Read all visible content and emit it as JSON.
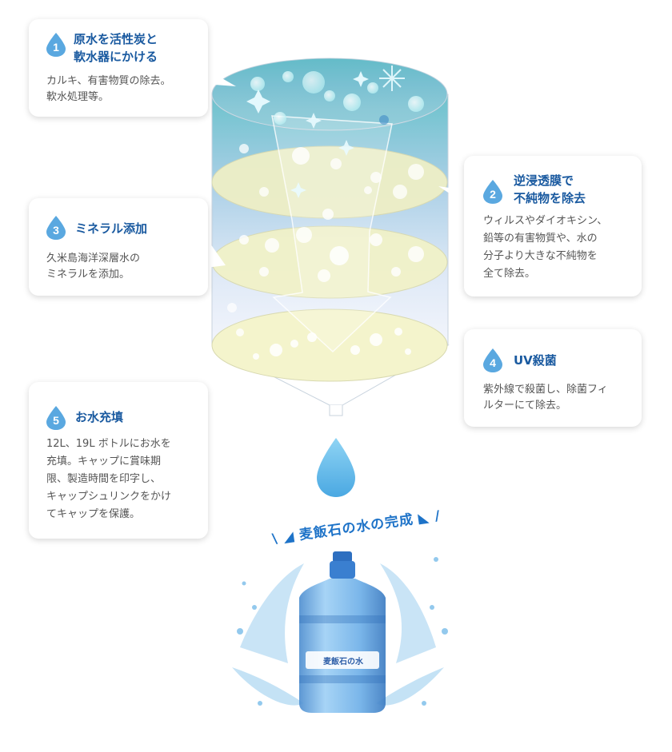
{
  "steps": [
    {
      "number": "1",
      "title_line1": "原水を活性炭と",
      "title_line2": "軟水器にかける",
      "desc_lines": [
        "カルキ、有害物質の除去。",
        "軟水処理等。"
      ]
    },
    {
      "number": "2",
      "title_line1": "逆浸透膜で",
      "title_line2": "不純物を除去",
      "desc_lines": [
        "ウィルスやダイオキシン、",
        "鉛等の有害物質や、水の",
        "分子より大きな不純物を",
        "全て除去。"
      ]
    },
    {
      "number": "3",
      "title_line1": "ミネラル添加",
      "title_line2": "",
      "desc_lines": [
        "久米島海洋深層水の",
        "ミネラルを添加。"
      ]
    },
    {
      "number": "4",
      "title_line1": "UV殺菌",
      "title_line2": "",
      "desc_lines": [
        "紫外線で殺菌し、除菌フィ",
        "ルターにて除去。"
      ]
    },
    {
      "number": "5",
      "title_line1": "お水充填",
      "title_line2": "",
      "desc_lines": [
        "12L、19L ボトルにお水を",
        "充填。キャップに賞味期",
        "限、製造時間を印字し、",
        "キャップシュリンクをかけ",
        "てキャップを保護。"
      ]
    }
  ],
  "finish_label": "麦飯石の水の完成",
  "bottle_label": "麦飯石の水",
  "colors": {
    "accent": "#1a5aa0",
    "drop": "#5aa8e0",
    "tank_top": "#6fc3cf",
    "tank_bottom": "#eef2fb",
    "filter": "#f2f2c6"
  }
}
